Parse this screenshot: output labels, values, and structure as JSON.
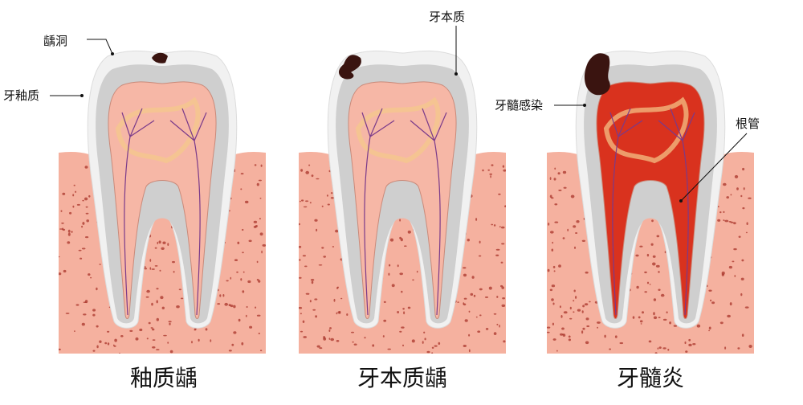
{
  "labels": {
    "caries_hole": "龋洞",
    "enamel": "牙釉质",
    "dentin": "牙本质",
    "pulp_infection": "牙髓感染",
    "root_canal": "根管"
  },
  "captions": [
    "釉质龋",
    "牙本质龋",
    "牙髓炎"
  ],
  "colors": {
    "gum": "#f5b19f",
    "bone_spots": "#a8342a",
    "enamel": "#f1f1f1",
    "dentin": "#cfcfcf",
    "pulp": "#f6b7a6",
    "pulp_infected": "#d9321e",
    "decay": "#3a1410",
    "nerve": "#7a3a8a",
    "nerve_glow": "#f5c98a"
  }
}
